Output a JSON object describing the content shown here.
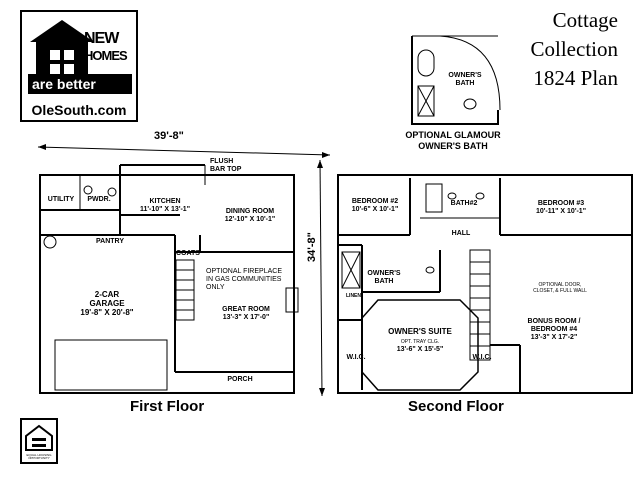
{
  "logo": {
    "line1": "NEW",
    "line2": "HOMES",
    "tagline": "are better",
    "website": "OleSouth.com"
  },
  "title": {
    "line1": "Cottage",
    "line2": "Collection",
    "line3": "1824 Plan"
  },
  "glamour": {
    "bath_label": "OWNER'S\nBATH",
    "caption": "OPTIONAL GLAMOUR\nOWNER'S BATH"
  },
  "dimensions": {
    "width": "39'-8\"",
    "depth": "34'-8\""
  },
  "first_floor": {
    "label": "First Floor",
    "rooms": {
      "utility": "UTILITY",
      "pwdr": "PWDR.",
      "kitchen": "KITCHEN\n11'-10\" X 13'-1\"",
      "flush_bar": "FLUSH\nBAR TOP",
      "dining": "DINING ROOM\n12'-10\" X 10'-1\"",
      "pantry": "PANTRY",
      "coats": "COATS",
      "garage": "2-CAR\nGARAGE\n19'-8\" X 20'-8\"",
      "fireplace": "OPTIONAL FIREPLACE\nIN GAS COMMUNITIES\nONLY",
      "great": "GREAT ROOM\n13'-3\" X 17'-0\"",
      "porch": "PORCH"
    }
  },
  "second_floor": {
    "label": "Second Floor",
    "rooms": {
      "bed2": "BEDROOM #2\n10'-6\" X 10'-1\"",
      "bath2": "BATH#2",
      "bed3": "BEDROOM #3\n10'-11\" X 10'-1\"",
      "hall": "HALL",
      "owners_bath": "OWNER'S\nBATH",
      "linen": "LINEN",
      "opt_door": "OPTIONAL DOOR,\nCLOSET, & FULL WALL",
      "suite": "OWNER'S SUITE",
      "suite_note": "OPT. TRAY CLG.",
      "suite_dim": "13'-6\" X 15'-5\"",
      "bonus": "BONUS ROOM /\nBEDROOM #4\n13'-3\" X 17'-2\"",
      "wic1": "W.I.C.",
      "wic2": "W.I.C."
    }
  },
  "eho": {
    "caption": "EQUAL HOUSING\nOPPORTUNITY"
  }
}
